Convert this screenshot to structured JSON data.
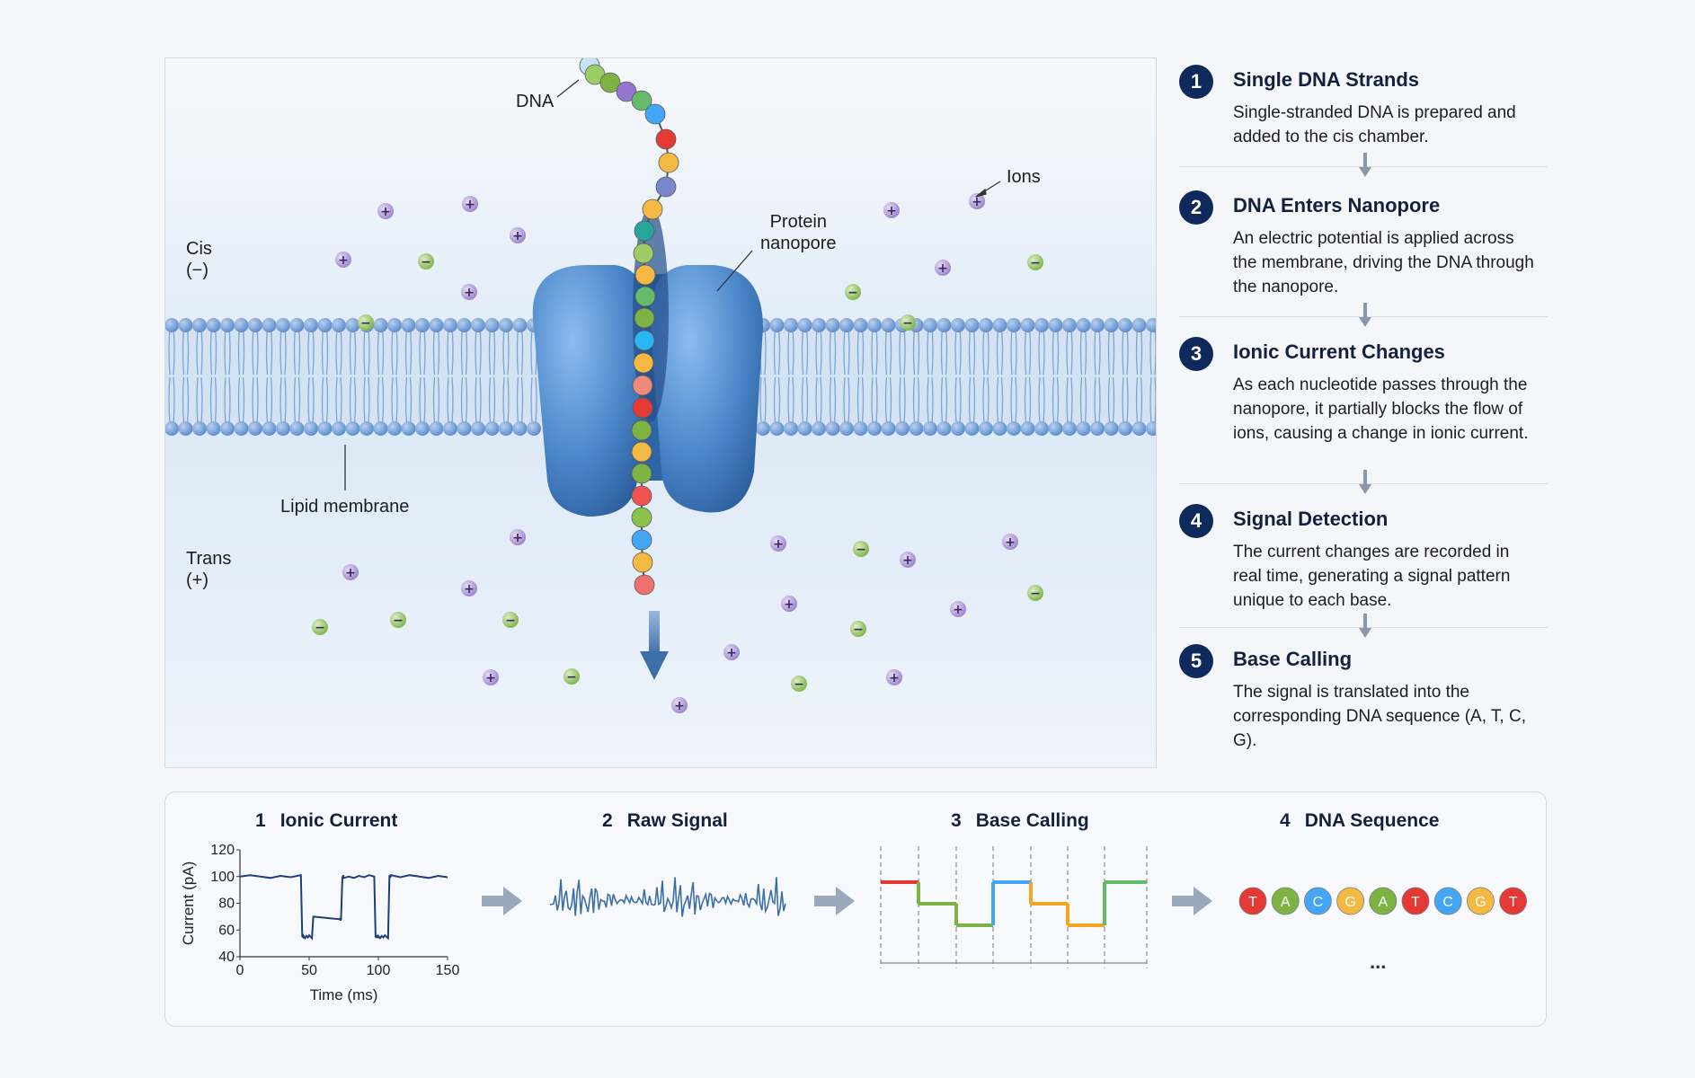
{
  "diagram": {
    "labels": {
      "dna": "DNA",
      "ions": "Ions",
      "protein_nanopore": [
        "Protein",
        "nanopore"
      ],
      "cis": [
        "Cis",
        "(−)"
      ],
      "trans": [
        "Trans",
        "(+)"
      ],
      "lipid_membrane": "Lipid membrane"
    },
    "ion_symbols": {
      "positive": "+",
      "negative": "−"
    },
    "colors": {
      "protein": "#4a86c9",
      "membrane_head": "#6b9ad6",
      "positive_ion": "#b39ddb",
      "negative_ion": "#9ccc65",
      "arrow": "#3c6ea8"
    }
  },
  "steps": [
    {
      "num": "1",
      "title": "Single DNA Strands",
      "desc": "Single-stranded DNA is prepared and added to the cis chamber."
    },
    {
      "num": "2",
      "title": "DNA Enters Nanopore",
      "desc": "An electric potential is applied across the membrane, driving the DNA through the nanopore."
    },
    {
      "num": "3",
      "title": "Ionic Current Changes",
      "desc": "As each nucleotide passes through the nanopore, it partially blocks the flow of ions, causing a change in ionic current."
    },
    {
      "num": "4",
      "title": "Signal Detection",
      "desc": "The current changes are recorded in real time, generating a signal pattern unique to each base."
    },
    {
      "num": "5",
      "title": "Base Calling",
      "desc": "The signal is translated into the corresponding DNA sequence (A, T, C, G)."
    }
  ],
  "pipeline": {
    "stages": [
      {
        "num": "1",
        "label": "Ionic Current"
      },
      {
        "num": "2",
        "label": "Raw Signal"
      },
      {
        "num": "3",
        "label": "Base Calling"
      },
      {
        "num": "4",
        "label": "DNA Sequence"
      }
    ],
    "sequence": [
      "T",
      "A",
      "C",
      "G",
      "A",
      "T",
      "C",
      "G",
      "T"
    ],
    "ellipsis": "...",
    "base_colors": {
      "T": "#e53935",
      "A": "#7cb342",
      "C": "#42a5f5",
      "G": "#f4b942"
    }
  },
  "chart_data": {
    "type": "line",
    "xlabel": "Time (ms)",
    "ylabel": "Current (pA)",
    "xlim": [
      0,
      150
    ],
    "ylim": [
      40,
      120
    ],
    "xticks": [
      0,
      50,
      100,
      150
    ],
    "yticks": [
      40,
      60,
      80,
      100,
      120
    ],
    "series": [
      {
        "x": [
          0,
          44,
          45,
          46,
          52,
          53,
          72,
          73,
          74,
          75,
          97,
          98,
          99,
          100,
          107,
          108,
          109,
          150
        ],
        "y": [
          100,
          100,
          55,
          55,
          55,
          70,
          68,
          68,
          100,
          100,
          100,
          55,
          55,
          55,
          55,
          100,
          100,
          100
        ]
      }
    ]
  }
}
